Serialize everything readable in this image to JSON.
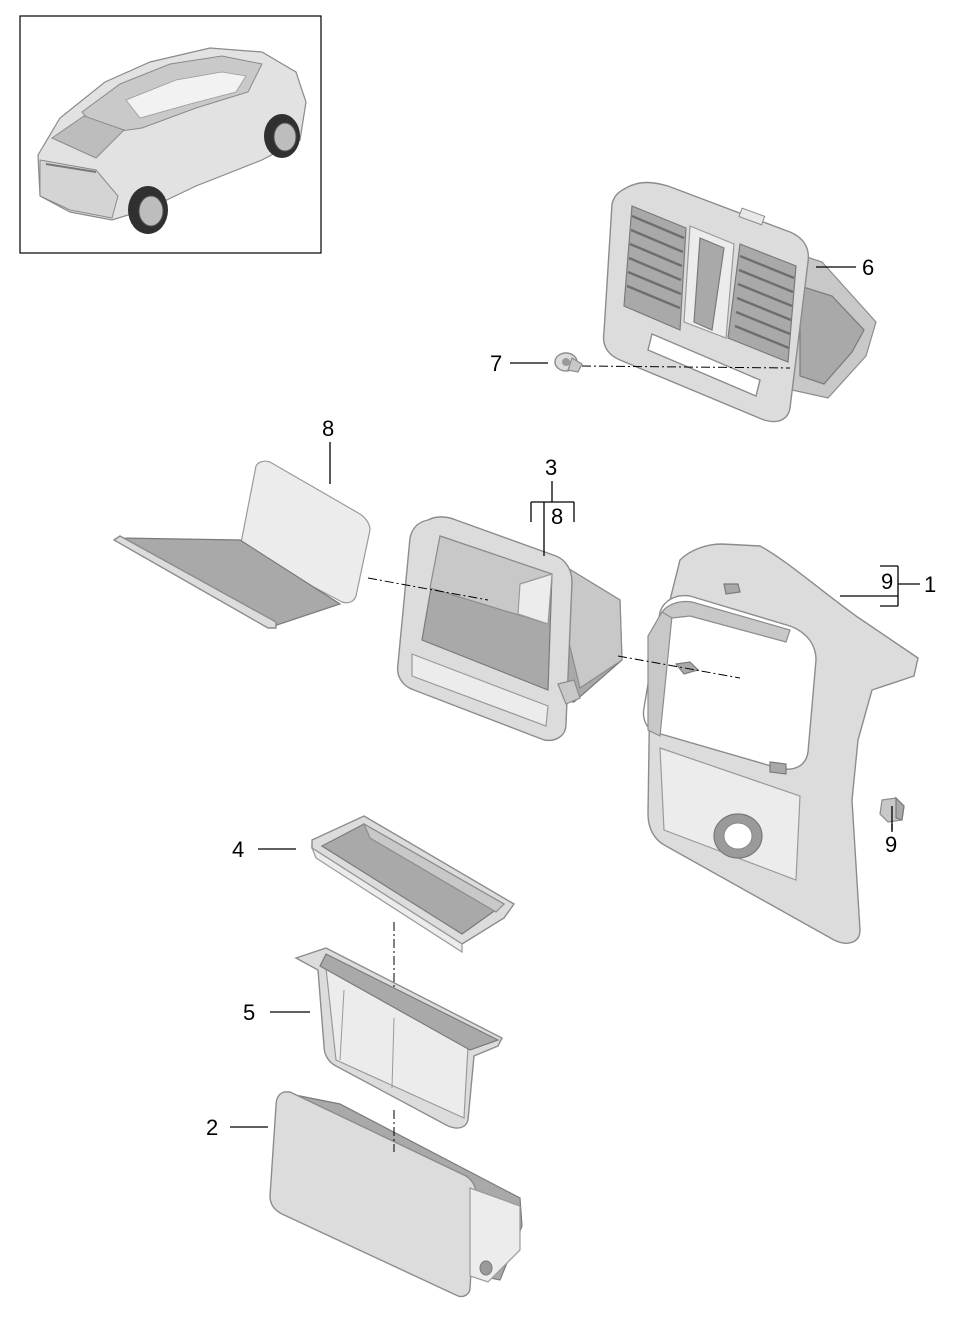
{
  "callouts": {
    "c1": "1",
    "c2": "2",
    "c3": "3",
    "c4": "4",
    "c5": "5",
    "c6": "6",
    "c7": "7",
    "c8_top": "8",
    "c8_group": "8",
    "c9_group": "9",
    "c9_part": "9"
  },
  "icons": {
    "overview": "car-overview-icon"
  }
}
